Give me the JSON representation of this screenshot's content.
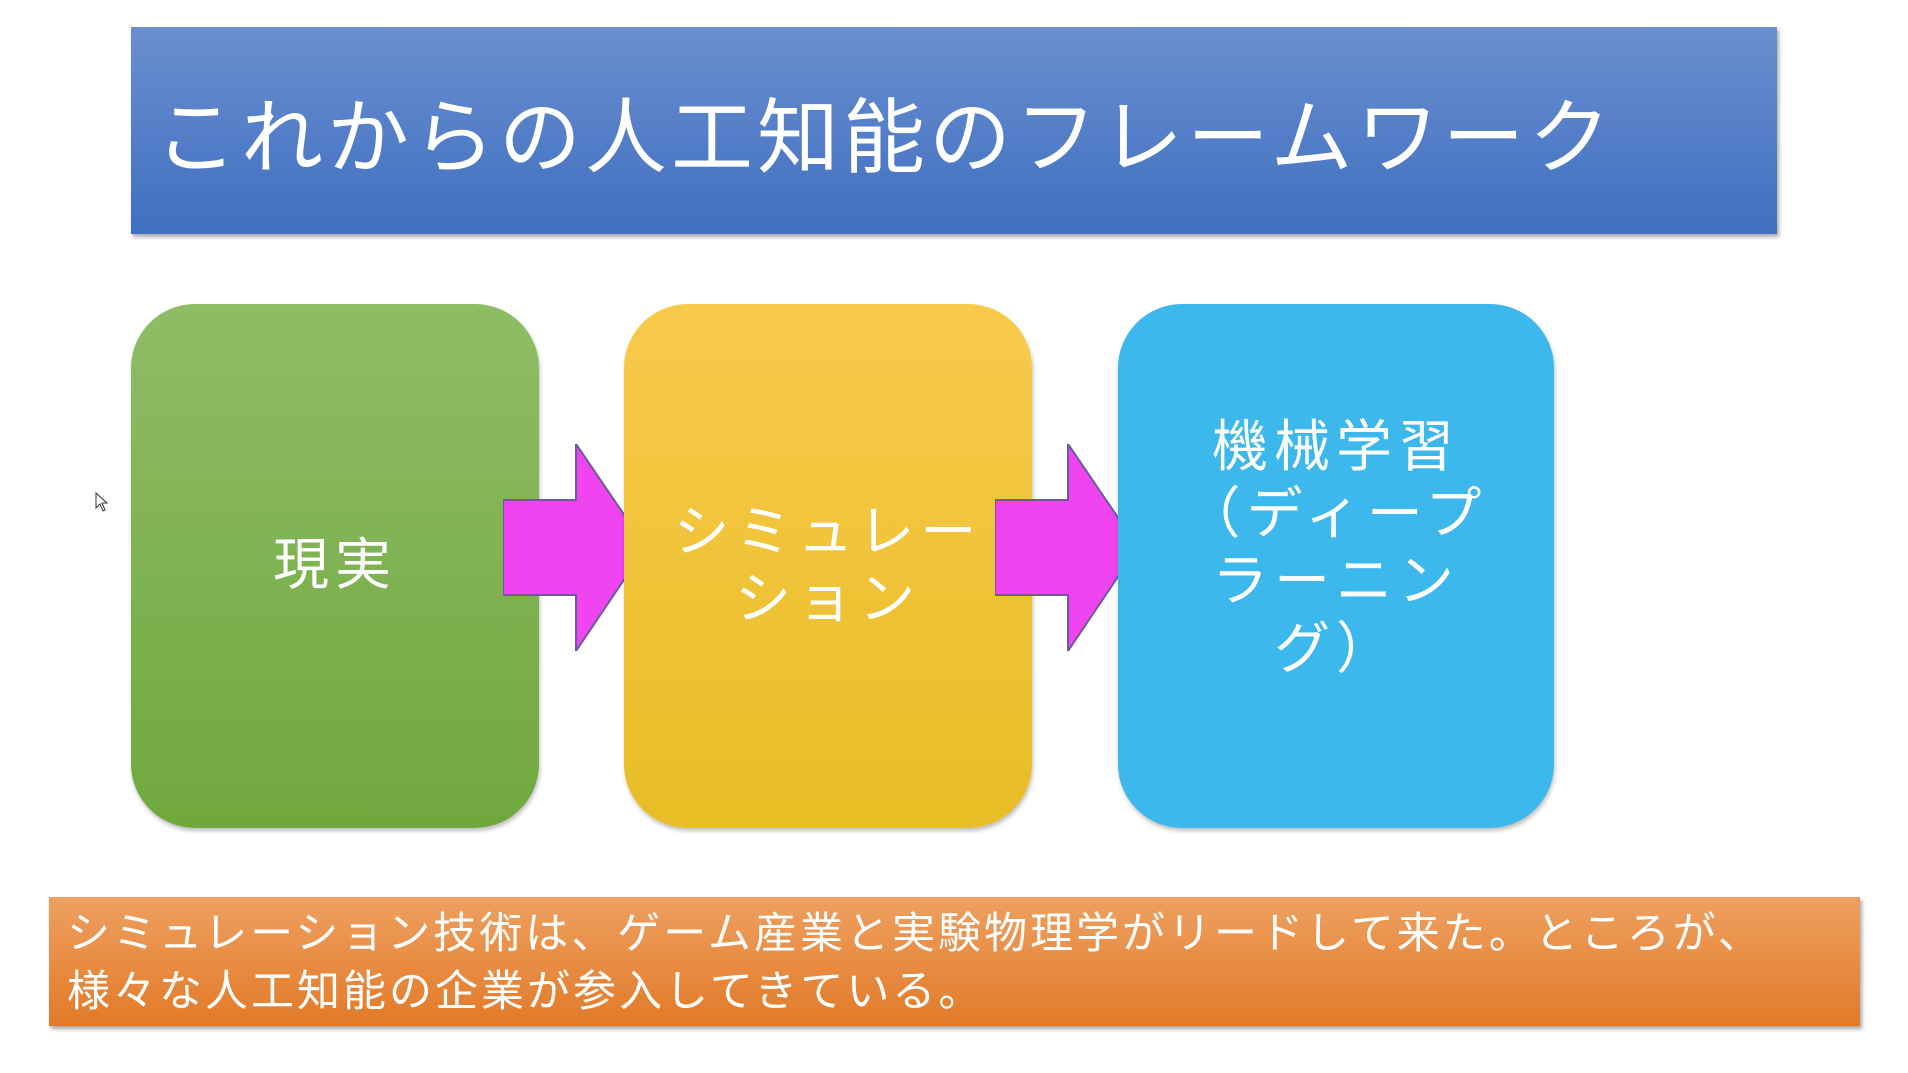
{
  "title": "これからの人工知能のフレームワーク",
  "boxes": [
    {
      "lines": [
        "現実"
      ],
      "color": "#7ab04a"
    },
    {
      "lines": [
        "シミュレー",
        "ション"
      ],
      "color": "#f3c433"
    },
    {
      "lines": [
        "機械学習",
        "（ディープ",
        "ラーニン",
        "グ）"
      ],
      "color": "#3cb8ec"
    }
  ],
  "arrow_color": "#f044f0",
  "note": {
    "lines": [
      "シミュレーション技術は、ゲーム産業と実験物理学がリードして来た。ところが、",
      "様々な人工知能の企業が参入してきている。"
    ]
  }
}
